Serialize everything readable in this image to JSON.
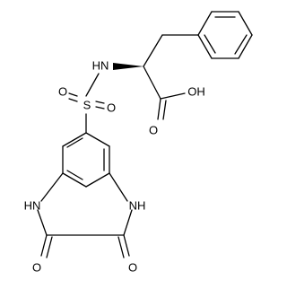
{
  "molecule": {
    "labels": {
      "nh_amide": "HN",
      "oh": "OH",
      "o_carbonyl": "O",
      "sulfur": "S",
      "o_sulfonyl_left": "O",
      "o_sulfonyl_right": "O",
      "nh_ring_1": "HN",
      "nh_ring_4": "NH",
      "o_ring_2": "O",
      "o_ring_3": "O"
    },
    "colors": {
      "line": "#000000",
      "background": "#ffffff"
    }
  }
}
